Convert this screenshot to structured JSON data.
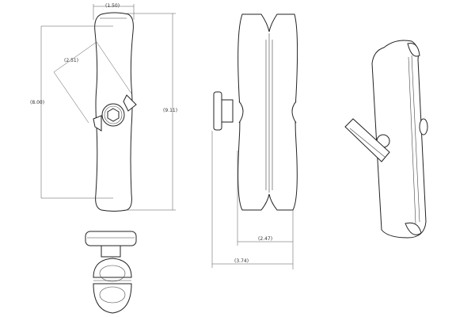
{
  "dimensions": {
    "width": "(1.50)",
    "angled_span": "(2.51)",
    "ball_spacing": "(8.00)",
    "overall_length": "(9.11)",
    "side_depth": "(2.47)",
    "side_overall_depth": "(3.74)"
  }
}
